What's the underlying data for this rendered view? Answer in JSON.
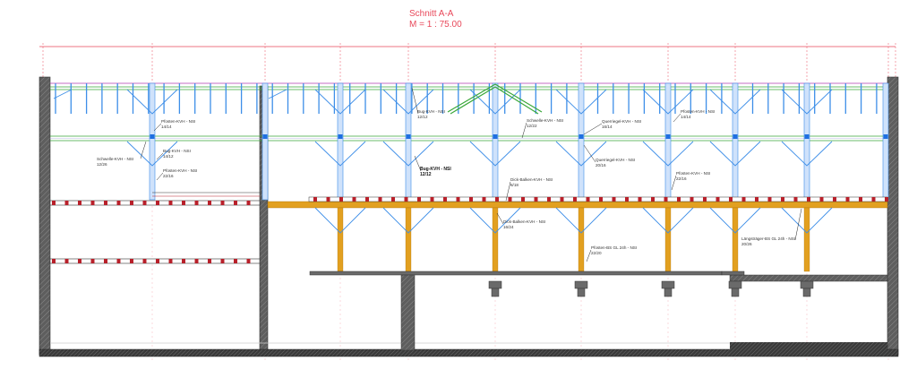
{
  "drawing": {
    "title": "Schnitt A-A",
    "scale": "M = 1 : 75.00"
  },
  "colors": {
    "dimension_line": "#e8485a",
    "timber_kvh": "#3d8ee8",
    "glulam_bs": "#e2a020",
    "concrete": "#6a6a6a",
    "roof_line": "#b03cb0",
    "batten_line": "#3aa83a",
    "joist_red": "#b8202a"
  },
  "labels": {
    "pfosten_1": {
      "name": "Pfosten-KVH - NSI",
      "size": "14/14"
    },
    "bug_1": {
      "name": "Bug-KVH - NSI",
      "size": "14/12"
    },
    "schwelle_1": {
      "name": "Schwelle-KVH - NSI",
      "size": "12/26"
    },
    "pfosten_2": {
      "name": "Pfosten-KVH - NSI",
      "size": "22/16"
    },
    "bug_2": {
      "name": "Bug-KVH - NSI",
      "size": "12/12"
    },
    "bug_3": {
      "name": "Bug-KVH - NSI",
      "size": "12/12"
    },
    "schwelle_2": {
      "name": "Schwelle-KVH - NSI",
      "size": "12/22"
    },
    "querriegel_1": {
      "name": "Querriegel-KVH - NSI",
      "size": "16/14"
    },
    "querriegel_2": {
      "name": "Querriegel-KVH - NSI",
      "size": "20/16"
    },
    "pfosten_3": {
      "name": "Pfosten-KVH - NSI",
      "size": "14/14"
    },
    "pfosten_4": {
      "name": "Pfosten-KVH - NSI",
      "size": "22/16"
    },
    "dickbalken_1": {
      "name": "Dick-Balken-KVH - NSI",
      "size": "8/18"
    },
    "dickbalken_2": {
      "name": "Dick-Balken-KVH - NSI",
      "size": "16/24"
    },
    "pfosten_bs": {
      "name": "Pfosten-BS GL 24h - NSI",
      "size": "22/20"
    },
    "laengstraeger": {
      "name": "Längsträger-BS GL 24h - NSI",
      "size": "20/26"
    }
  }
}
